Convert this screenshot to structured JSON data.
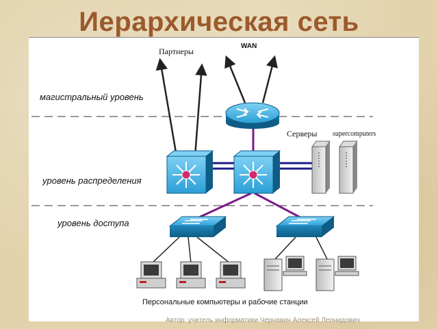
{
  "title": "Иерархическая сеть",
  "labels": {
    "partners": "Партнеры",
    "wan": "WAN",
    "servers": "Серверы",
    "supercomputers": "supercomputers",
    "core_level": "магистральный уровень",
    "distribution_level": "уровень распределения",
    "access_level": "уровень доступа",
    "workstations": "Персональные компьютеры и рабочие станции"
  },
  "footer": "Автор: учитель информатики Чернавин Алексей Леонидович",
  "colors": {
    "title": "#9b5a2c",
    "link_blue": "#1b1b8a",
    "link_purple": "#7a1a88",
    "device_blue": "#2a9fd6"
  }
}
